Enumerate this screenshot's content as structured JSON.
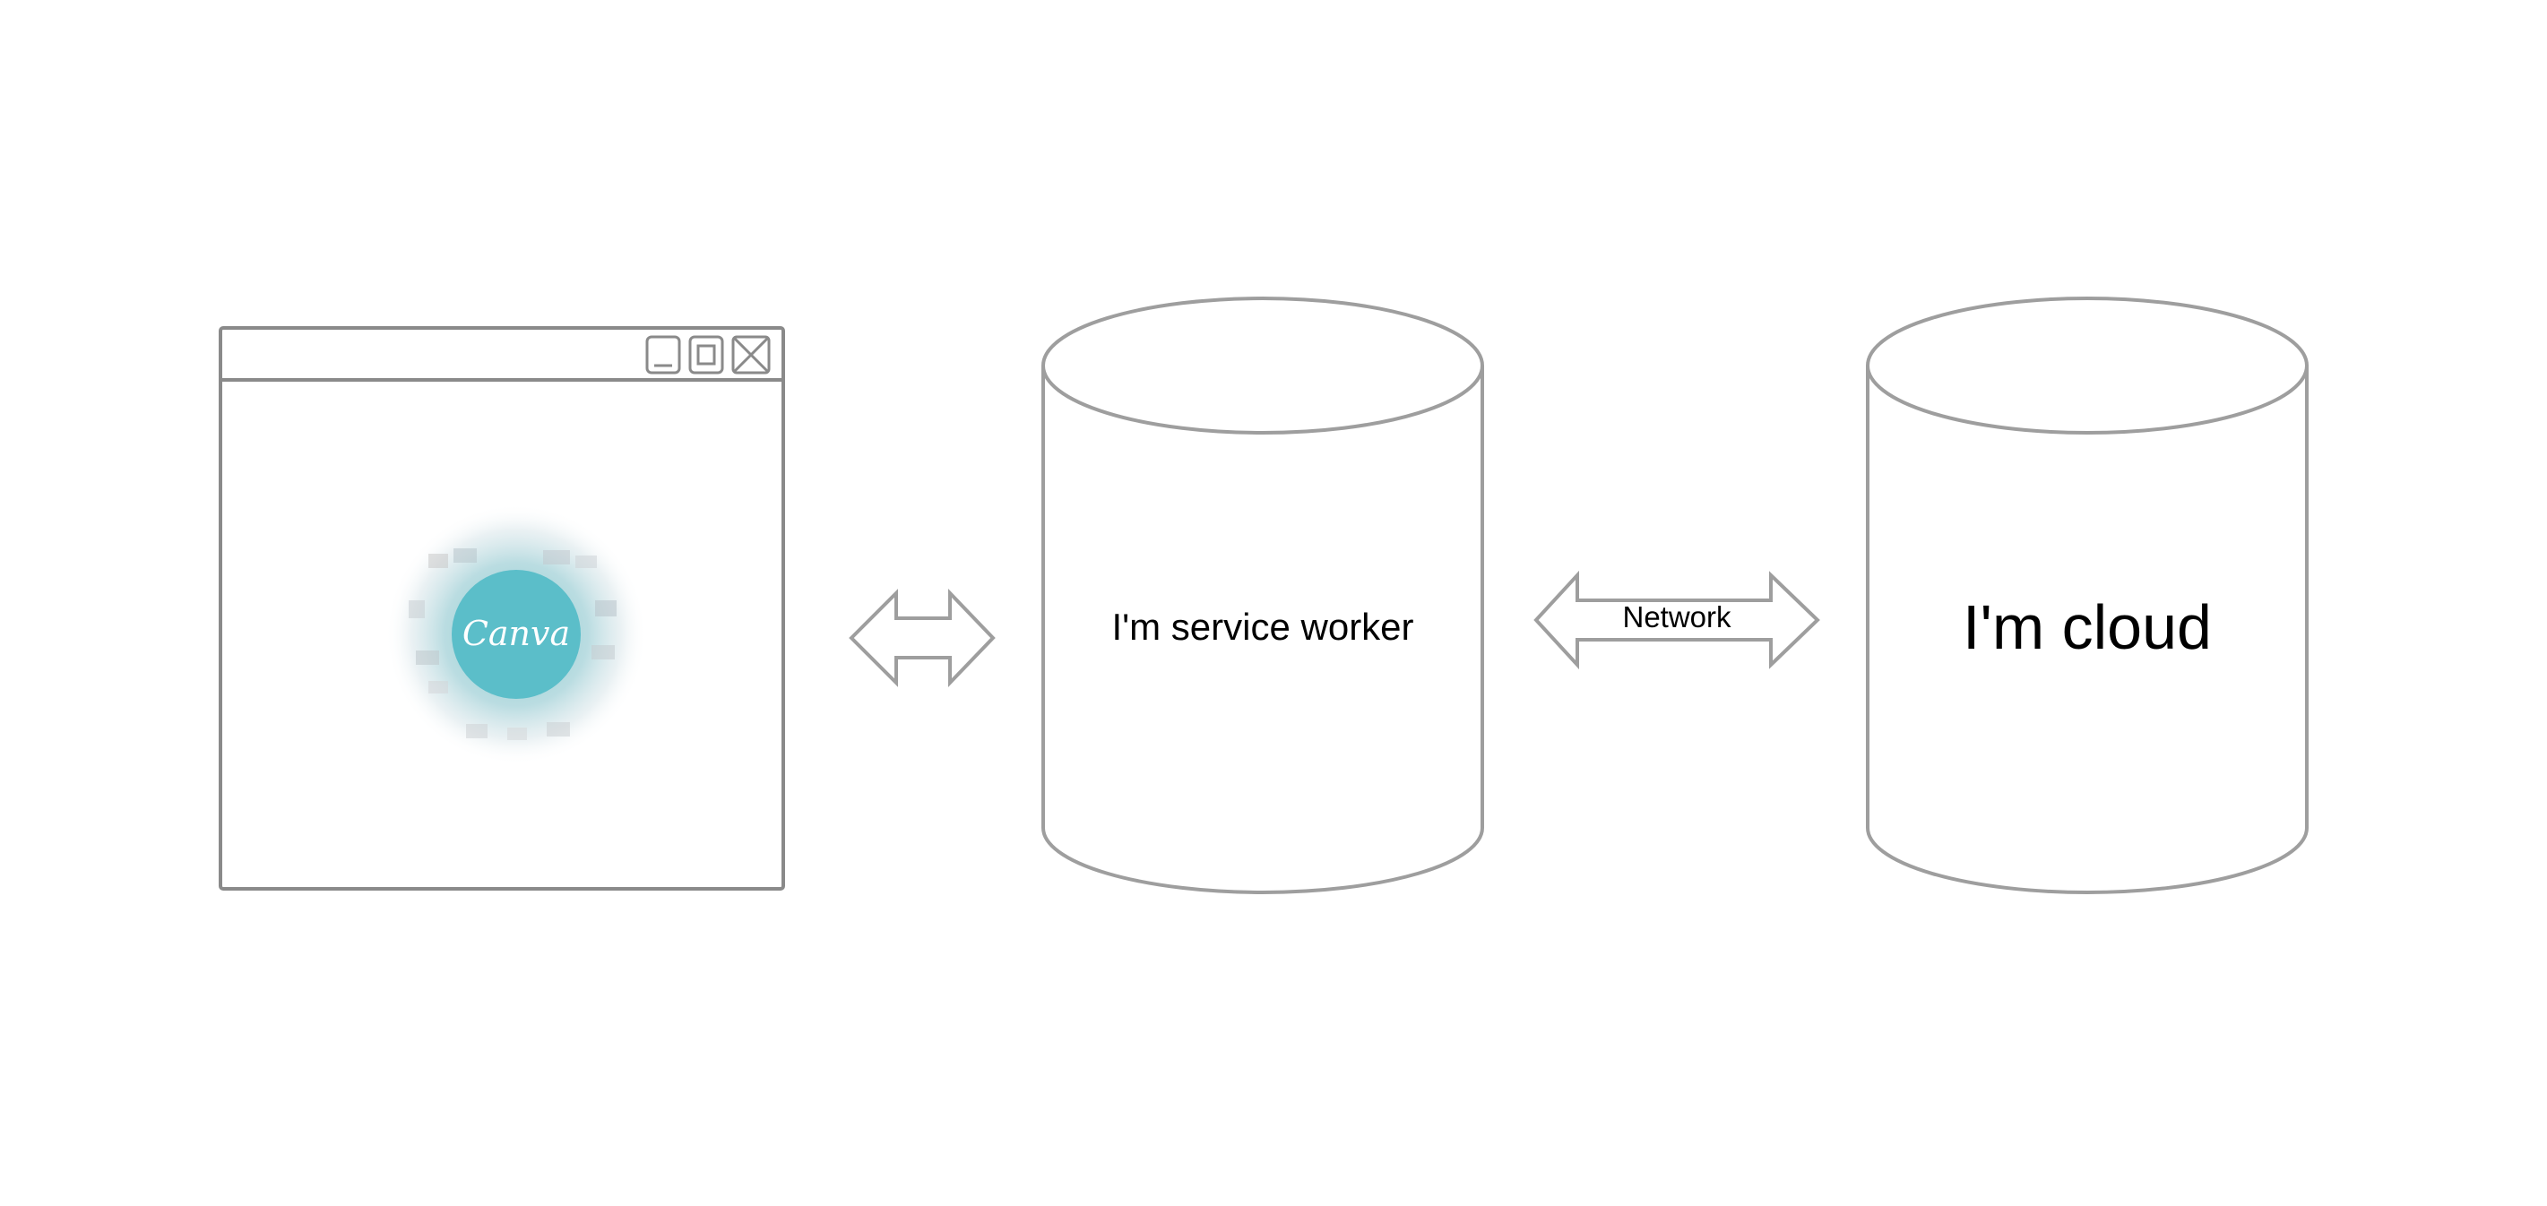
{
  "logo": {
    "text": "Canva",
    "color": "#5bbec9"
  },
  "service_worker": {
    "label": "I'm service worker"
  },
  "network": {
    "label": "Network"
  },
  "cloud": {
    "label": "I'm cloud"
  },
  "colors": {
    "outline": "#9e9e9e",
    "text": "#000000",
    "background": "#ffffff"
  }
}
